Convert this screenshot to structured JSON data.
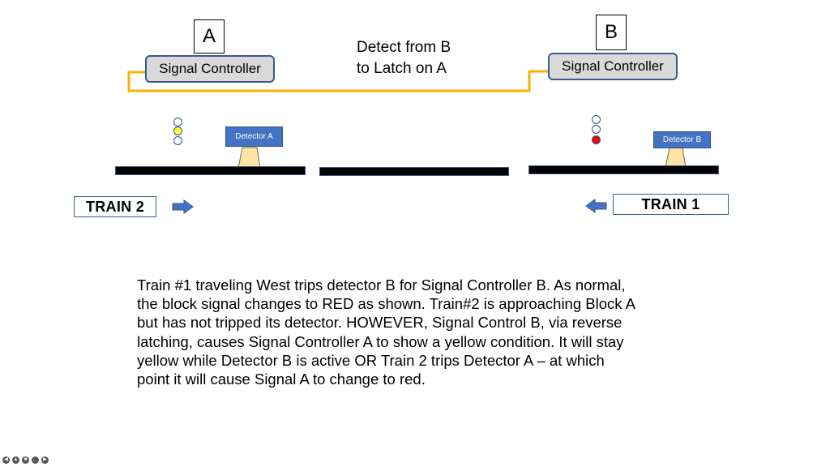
{
  "labels": {
    "a": "A",
    "b": "B"
  },
  "controllers": {
    "a": "Signal Controller",
    "b": "Signal Controller"
  },
  "header": {
    "line1": "Detect from B",
    "line2": "to Latch on A"
  },
  "detectors": {
    "a": "Detector A",
    "b": "Detector B"
  },
  "signals": {
    "a": {
      "lamps": [
        "off",
        "yellow",
        "off"
      ]
    },
    "b": {
      "lamps": [
        "off",
        "off",
        "red"
      ]
    }
  },
  "trains": {
    "train2": "TRAIN 2",
    "train1": "TRAIN 1"
  },
  "description": [
    "Train #1 traveling West trips detector B for Signal Controller B.  As normal,",
    "the block signal changes to RED as shown.  Train#2 is approaching Block A",
    "but has not tripped its detector.  HOWEVER, Signal Control B, via reverse",
    "latching, causes Signal Controller A to show a yellow condition.  It will stay",
    "yellow while Detector B is active OR  Train 2 trips Detector A – at which",
    "point it will cause Signal A to change to red."
  ],
  "colors": {
    "wire": "#f4b400",
    "yellow_lamp": "#ffff33",
    "red_lamp": "#ff0000",
    "arrow": "#4472c4",
    "detector_base": "#fce4a8"
  }
}
